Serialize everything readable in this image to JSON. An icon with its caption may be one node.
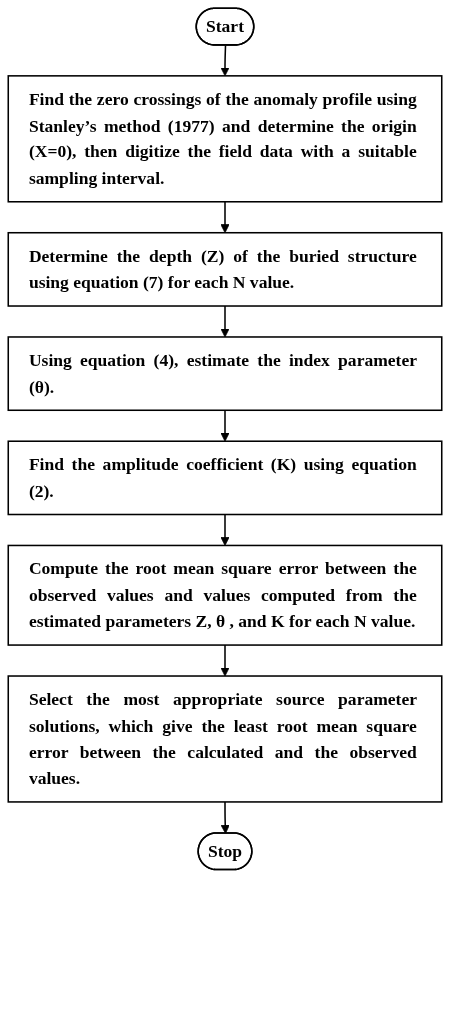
{
  "diagram": {
    "nodes": [
      {
        "text": [
          "Start"
        ]
      },
      {
        "text": [
          "Find the zero crossings of the anomaly profile using Stanley’s method (1977) and determine the origin (X=0), then digitize the field data with a suitable sampling interval."
        ]
      },
      {
        "text": [
          "Determine the depth (Z) of the buried structure using equation (7) for each N value."
        ]
      },
      {
        "text": [
          "Using equation (4), estimate the index parameter (θ)."
        ]
      },
      {
        "text": [
          "Find the amplitude coefficient (K) using equation (2)."
        ]
      },
      {
        "text": [
          "Compute the root mean square error between the observed values and values computed from the estimated parameters Z, θ , and K for each N value."
        ]
      },
      {
        "text": [
          "Select the most appropriate source parameter solutions, which give the least root mean square error between the calculated and the observed values."
        ]
      },
      {
        "text": [
          "Stop"
        ]
      }
    ],
    "edges": [
      {
        "from": 0,
        "to": 1,
        "arrow": "to"
      },
      {
        "from": 1,
        "to": 2,
        "arrow": "to"
      },
      {
        "from": 2,
        "to": 3,
        "arrow": "to"
      },
      {
        "from": 3,
        "to": 4,
        "arrow": "to"
      },
      {
        "from": 4,
        "to": 5,
        "arrow": "to"
      },
      {
        "from": 5,
        "to": 6,
        "arrow": "to"
      },
      {
        "from": 6,
        "to": 7,
        "arrow": "to"
      }
    ]
  }
}
